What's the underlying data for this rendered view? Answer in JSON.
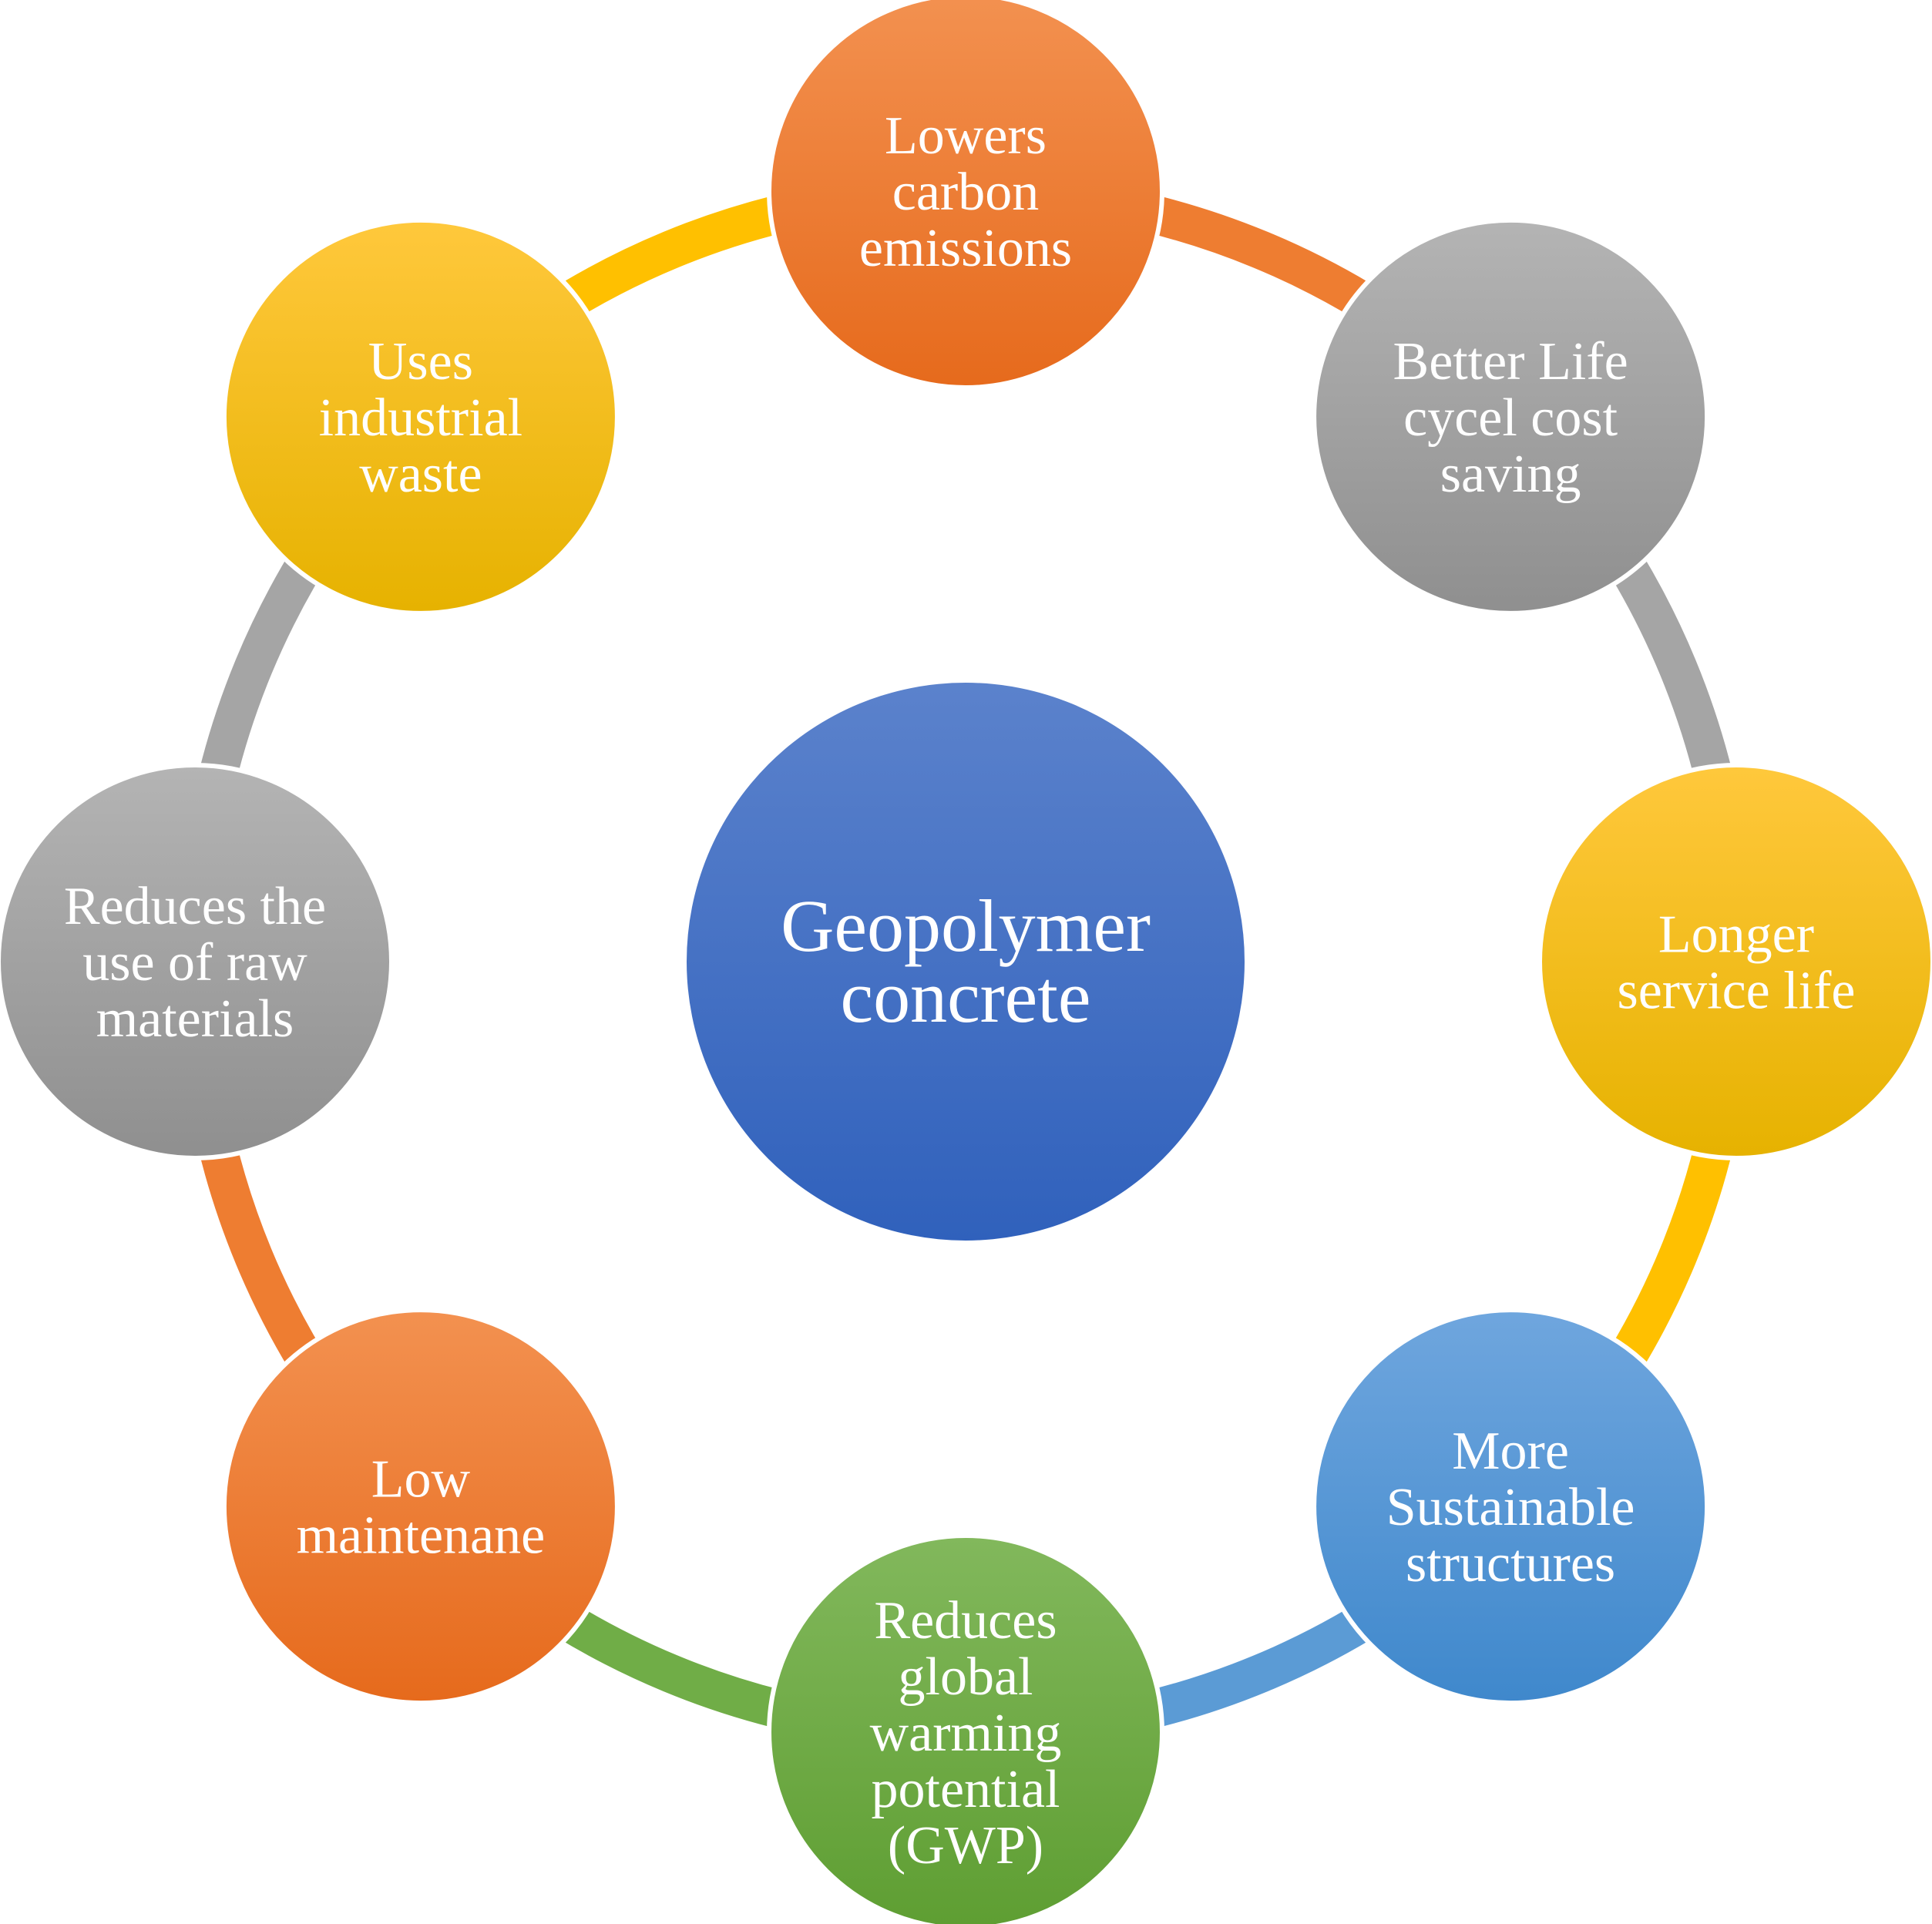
{
  "center": {
    "lines": [
      "Geopolymer",
      "concrete"
    ],
    "color_top": "#5b82cc",
    "color_bottom": "#3061bc"
  },
  "nodes": [
    {
      "id": "lowers-carbon-emissions",
      "lines": [
        "Lowers",
        "carbon",
        "emissions"
      ],
      "color_top": "#f39150",
      "color_bottom": "#e66a1c",
      "arc_color": "#ee7d31"
    },
    {
      "id": "better-life-cycle-cost-saving",
      "lines": [
        "Better Life",
        "cycel cost",
        "saving"
      ],
      "color_top": "#b4b4b4",
      "color_bottom": "#8f8f8f",
      "arc_color": "#a5a5a5"
    },
    {
      "id": "longer-service-life",
      "lines": [
        "Longer",
        "service life"
      ],
      "color_top": "#ffc83c",
      "color_bottom": "#e6b200",
      "arc_color": "#ffc000"
    },
    {
      "id": "more-sustainable-structures",
      "lines": [
        "More",
        "Sustainable",
        "structures"
      ],
      "color_top": "#6fa6de",
      "color_bottom": "#3f88cc",
      "arc_color": "#5b9bd5"
    },
    {
      "id": "reduces-global-warming-potential",
      "lines": [
        "Reduces",
        "global",
        "warming",
        "potential",
        "(GWP)"
      ],
      "color_top": "#82b85c",
      "color_bottom": "#5e9e32",
      "arc_color": "#70ad47"
    },
    {
      "id": "low-maintenance",
      "lines": [
        "Low",
        "maintenane"
      ],
      "color_top": "#f39150",
      "color_bottom": "#e66a1c",
      "arc_color": "#ee7d31"
    },
    {
      "id": "reduces-use-of-raw-materials",
      "lines": [
        "Reduces the",
        "use of raw",
        "materials"
      ],
      "color_top": "#b4b4b4",
      "color_bottom": "#8f8f8f",
      "arc_color": "#a5a5a5"
    },
    {
      "id": "uses-industrial-waste",
      "lines": [
        "Uses",
        "industrial",
        "waste"
      ],
      "color_top": "#ffc83c",
      "color_bottom": "#e6b200",
      "arc_color": "#ffc000"
    }
  ]
}
